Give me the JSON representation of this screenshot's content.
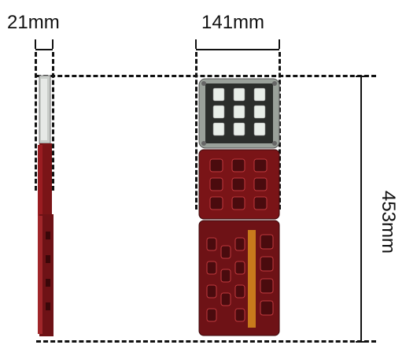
{
  "dimensions": {
    "side_width": "21mm",
    "front_width": "141mm",
    "height": "453mm"
  },
  "colors": {
    "lens_red": "#7a1417",
    "lens_dark": "#4a0b0e",
    "led_clear": "#e8eee8",
    "amber": "#c87a1c",
    "dim_lines": "#111111"
  },
  "images": {
    "side_view": "tail-light-side-view",
    "front_view": "tail-light-front-view"
  }
}
